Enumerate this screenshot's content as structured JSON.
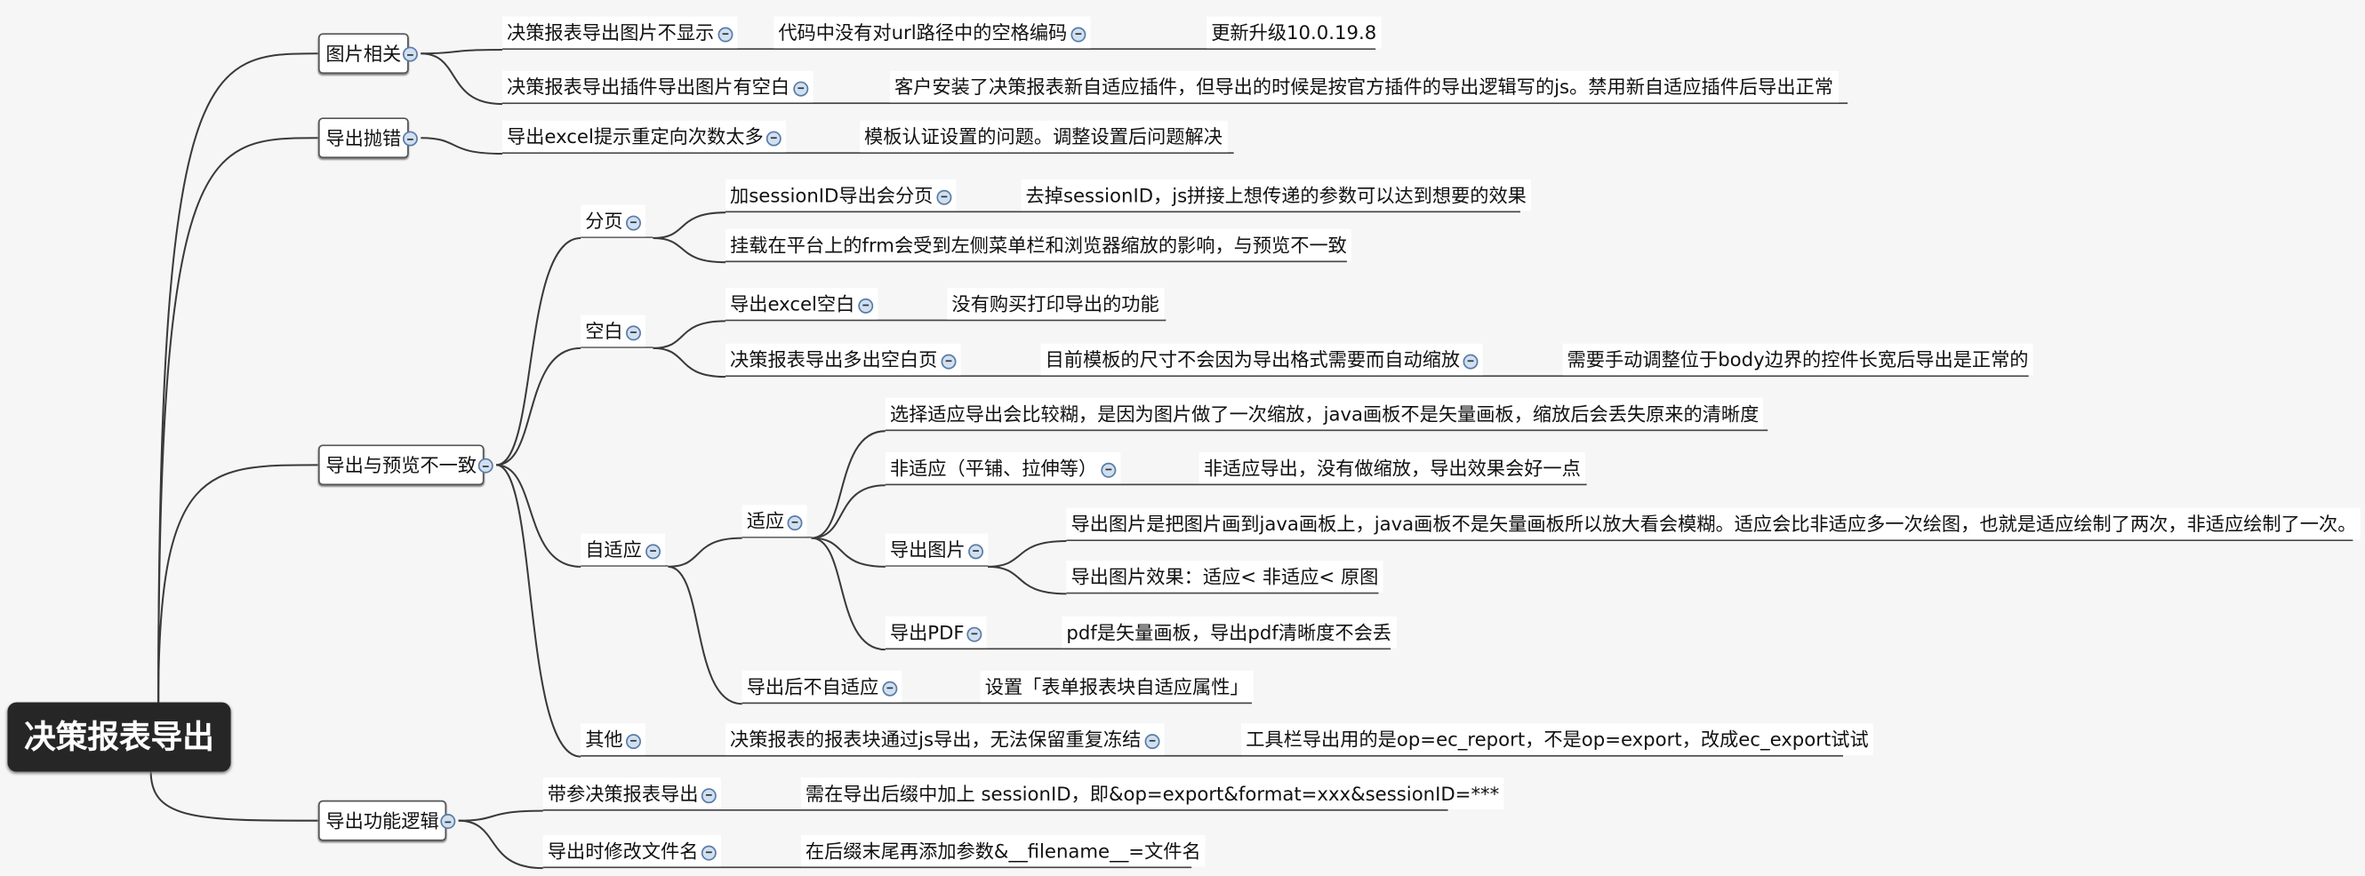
{
  "root": "决策报表导出",
  "branches": {
    "image": "图片相关",
    "error": "导出抛错",
    "mismatch": "导出与预览不一致",
    "logic": "导出功能逻辑"
  },
  "topics": {
    "a1": {
      "q": "决策报表导出图片不显示",
      "a": [
        "代码中没有对url路径中的空格编码",
        "更新升级10.0.19.8"
      ]
    },
    "a2": {
      "q": "决策报表导出插件导出图片有空白",
      "a": [
        "客户安装了决策报表新自适应插件，但导出的时候是按官方插件的导出逻辑写的js。禁用新自适应插件后导出正常"
      ]
    },
    "b1": {
      "q": "导出excel提示重定向次数太多",
      "a": [
        "模板认证设置的问题。调整设置后问题解决"
      ]
    },
    "c": {
      "q": "分页"
    },
    "c1": {
      "q": "加sessionID导出会分页",
      "a": [
        "去掉sessionID，js拼接上想传递的参数可以达到想要的效果"
      ]
    },
    "c2": {
      "q": "挂载在平台上的frm会受到左侧菜单栏和浏览器缩放的影响，与预览不一致"
    },
    "d": {
      "q": "空白"
    },
    "d1": {
      "q": "导出excel空白",
      "a": [
        "没有购买打印导出的功能"
      ]
    },
    "d2": {
      "q": "决策报表导出多出空白页",
      "a": [
        "目前模板的尺寸不会因为导出格式需要而自动缩放",
        "需要手动调整位于body边界的控件长宽后导出是正常的"
      ]
    },
    "e": {
      "q": "自适应"
    },
    "e1": {
      "q": "适应"
    },
    "e1a": {
      "q": "选择适应导出会比较糊，是因为图片做了一次缩放，java画板不是矢量画板，缩放后会丢失原来的清晰度"
    },
    "e1b": {
      "q": "非适应（平铺、拉伸等）",
      "a": [
        "非适应导出，没有做缩放，导出效果会好一点"
      ]
    },
    "e1c": {
      "q": "导出图片"
    },
    "e1c1": {
      "q": "导出图片是把图片画到java画板上，java画板不是矢量画板所以放大看会模糊。适应会比非适应多一次绘图，也就是适应绘制了两次，非适应绘制了一次。"
    },
    "e1c2": {
      "q": "导出图片效果：适应< 非适应< 原图"
    },
    "e1d": {
      "q": "导出PDF",
      "a": [
        "pdf是矢量画板，导出pdf清晰度不会丢"
      ]
    },
    "e2": {
      "q": "导出后不自适应",
      "a": [
        "设置「表单报表块自适应属性」"
      ]
    },
    "f": {
      "q": "其他",
      "a": [
        "决策报表的报表块通过js导出，无法保留重复冻结",
        "工具栏导出用的是op=ec_report，不是op=export，改成ec_export试试"
      ]
    },
    "g1": {
      "q": "带参决策报表导出",
      "a": [
        "需在导出后缀中加上 sessionID，即&op=export&format=xxx&sessionID=***"
      ]
    },
    "g2": {
      "q": "导出时修改文件名",
      "a": [
        "在后缀末尾再添加参数&__filename__=文件名"
      ]
    }
  }
}
